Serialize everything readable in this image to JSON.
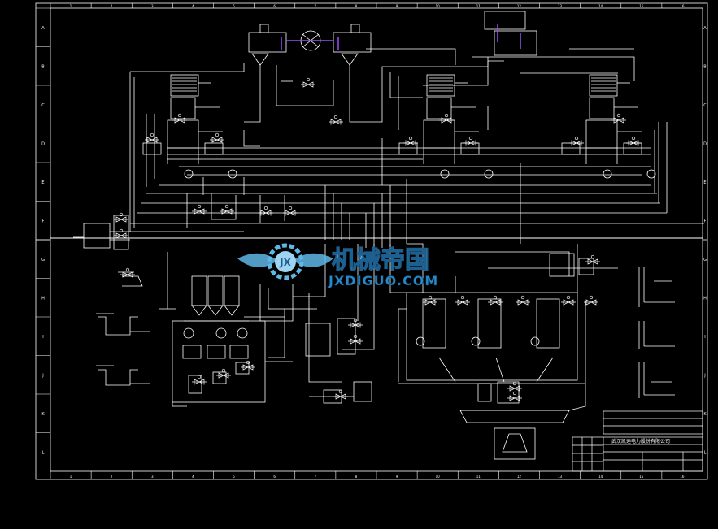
{
  "drawing": {
    "frame_columns": [
      "1",
      "2",
      "3",
      "4",
      "5",
      "6",
      "7",
      "8",
      "9",
      "10",
      "11",
      "12",
      "13",
      "14",
      "15",
      "16"
    ],
    "frame_rows": [
      "A",
      "B",
      "C",
      "D",
      "E",
      "F",
      "G",
      "H",
      "I",
      "J",
      "K",
      "L"
    ],
    "colors": {
      "background": "#000000",
      "lines": "#ffffff",
      "accent": "#9b4dff",
      "watermark": "#5fb7e6"
    }
  },
  "title_block": {
    "company": "武汉凯迪电力股份有限公司"
  },
  "watermark": {
    "logo_text": "JX",
    "cn_text": "机械帝国",
    "url_text": "JXDIGUO.COM"
  }
}
